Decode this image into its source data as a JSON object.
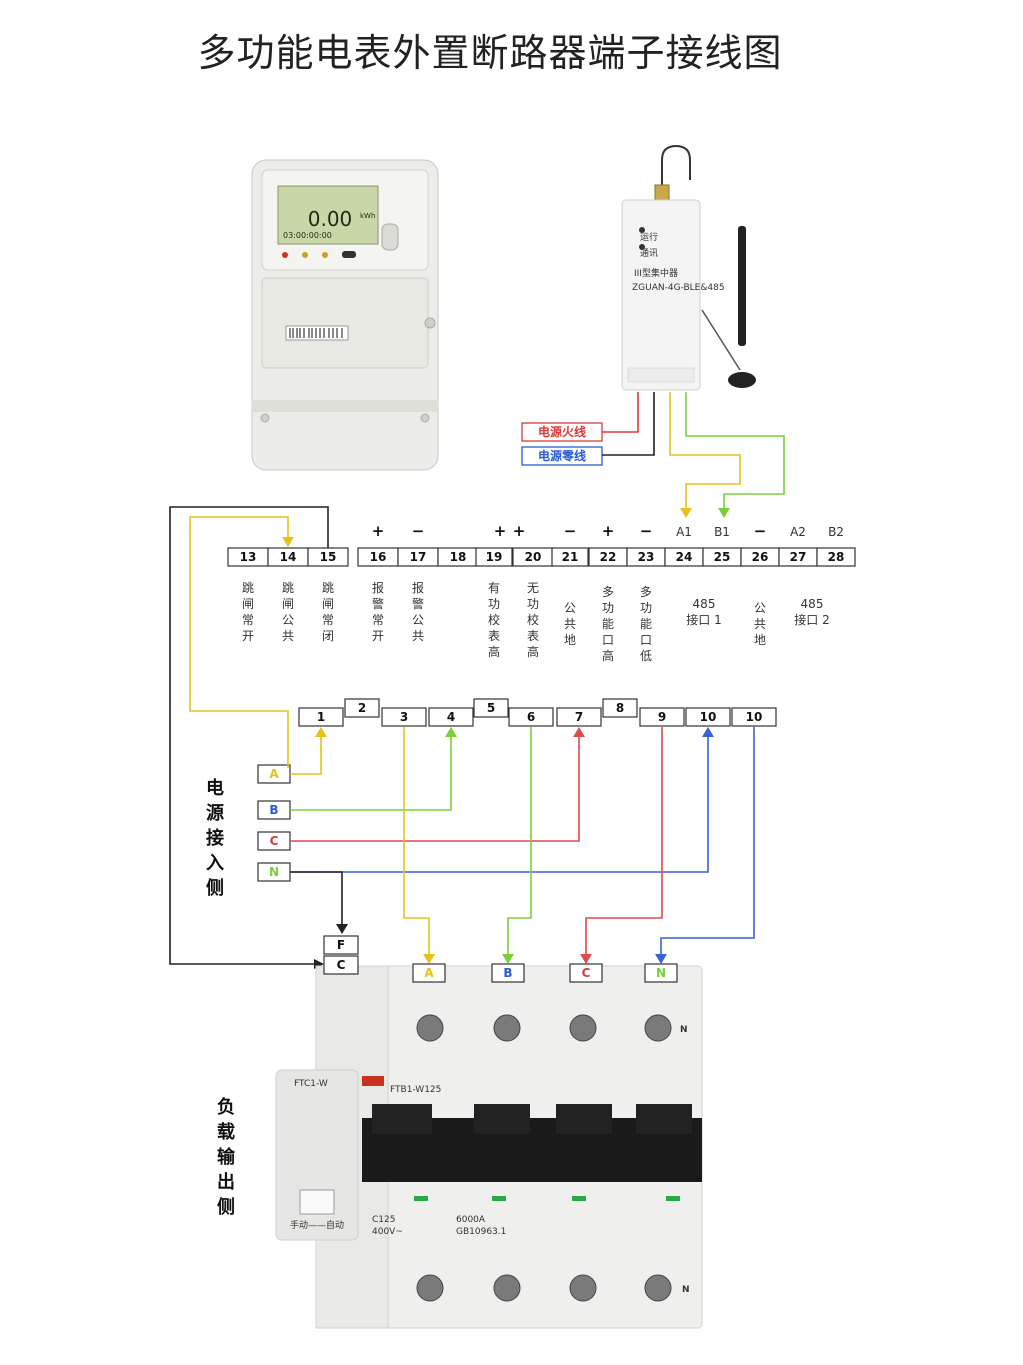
{
  "title": "多功能电表外置断路器端子接线图",
  "colors": {
    "yellow": "#e6c21c",
    "green": "#7ccd3a",
    "red": "#e04a4a",
    "blue": "#3a62d6",
    "black": "#222222",
    "dark_green": "#3a9a2a",
    "label_blue": "#2a5bd7",
    "label_red": "#d83b3b"
  },
  "concentrator": {
    "power_live_label": "电源火线",
    "power_neutral_label": "电源零线",
    "model": "III型集中器",
    "model_code": "ZGUAN-4G-BLE&485",
    "indicator_1": "运行",
    "indicator_2": "通讯"
  },
  "meter": {
    "display_value": "0.00",
    "display_unit": "kWh",
    "display_sub": "03:00:00:00"
  },
  "terminal_top": {
    "terminals": [
      {
        "num": "13",
        "sign": "",
        "label": "跳闸常开"
      },
      {
        "num": "14",
        "sign": "",
        "label": "跳闸公共"
      },
      {
        "num": "15",
        "sign": "",
        "label": "跳闸常闭"
      },
      {
        "num": "16",
        "sign": "+",
        "label": "报警常开"
      },
      {
        "num": "17",
        "sign": "−",
        "label": "报警公共"
      },
      {
        "num": "18",
        "sign": "",
        "label": ""
      },
      {
        "num": "19",
        "sign": "+",
        "label": "有功校表高"
      },
      {
        "num": "20",
        "sign": "+",
        "label": "无功校表高"
      },
      {
        "num": "21",
        "sign": "−",
        "label": "公共地"
      },
      {
        "num": "22",
        "sign": "+",
        "label": "多功能口高"
      },
      {
        "num": "23",
        "sign": "−",
        "label": "多功能口低"
      },
      {
        "num": "24",
        "sign": "A1",
        "label": ""
      },
      {
        "num": "25",
        "sign": "B1",
        "label": ""
      },
      {
        "num": "26",
        "sign": "−",
        "label": "公共地"
      },
      {
        "num": "27",
        "sign": "A2",
        "label": ""
      },
      {
        "num": "28",
        "sign": "B2",
        "label": ""
      }
    ],
    "group_label_1_line1": "485",
    "group_label_1_line2": "接口 1",
    "group_label_2_line1": "485",
    "group_label_2_line2": "接口 2"
  },
  "terminal_bottom": {
    "terminals": [
      "1",
      "2",
      "3",
      "4",
      "5",
      "6",
      "7",
      "8",
      "9",
      "10",
      "10"
    ]
  },
  "power_inputs": [
    "A",
    "B",
    "C",
    "N"
  ],
  "power_side_label": [
    "电",
    "源",
    "接",
    "入",
    "侧"
  ],
  "load_side_label": [
    "负",
    "载",
    "输",
    "出",
    "侧"
  ],
  "breaker": {
    "aux_terminals": [
      "F",
      "C"
    ],
    "phase_terminals": [
      "A",
      "B",
      "C",
      "N"
    ],
    "left_model": "FTC1-W",
    "right_model": "FTB1-W125",
    "n_mark": "N",
    "rating_1": "C125",
    "rating_2": "400V~",
    "rating_3": "6000A",
    "standard": "GB10963.1",
    "switch_text": "手动——自动"
  }
}
